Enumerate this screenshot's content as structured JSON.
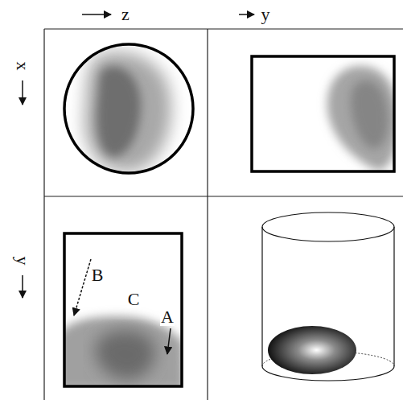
{
  "diagram": {
    "labels": [
      "z",
      "y",
      "x",
      "y",
      "B",
      "C",
      "A"
    ]
  }
}
